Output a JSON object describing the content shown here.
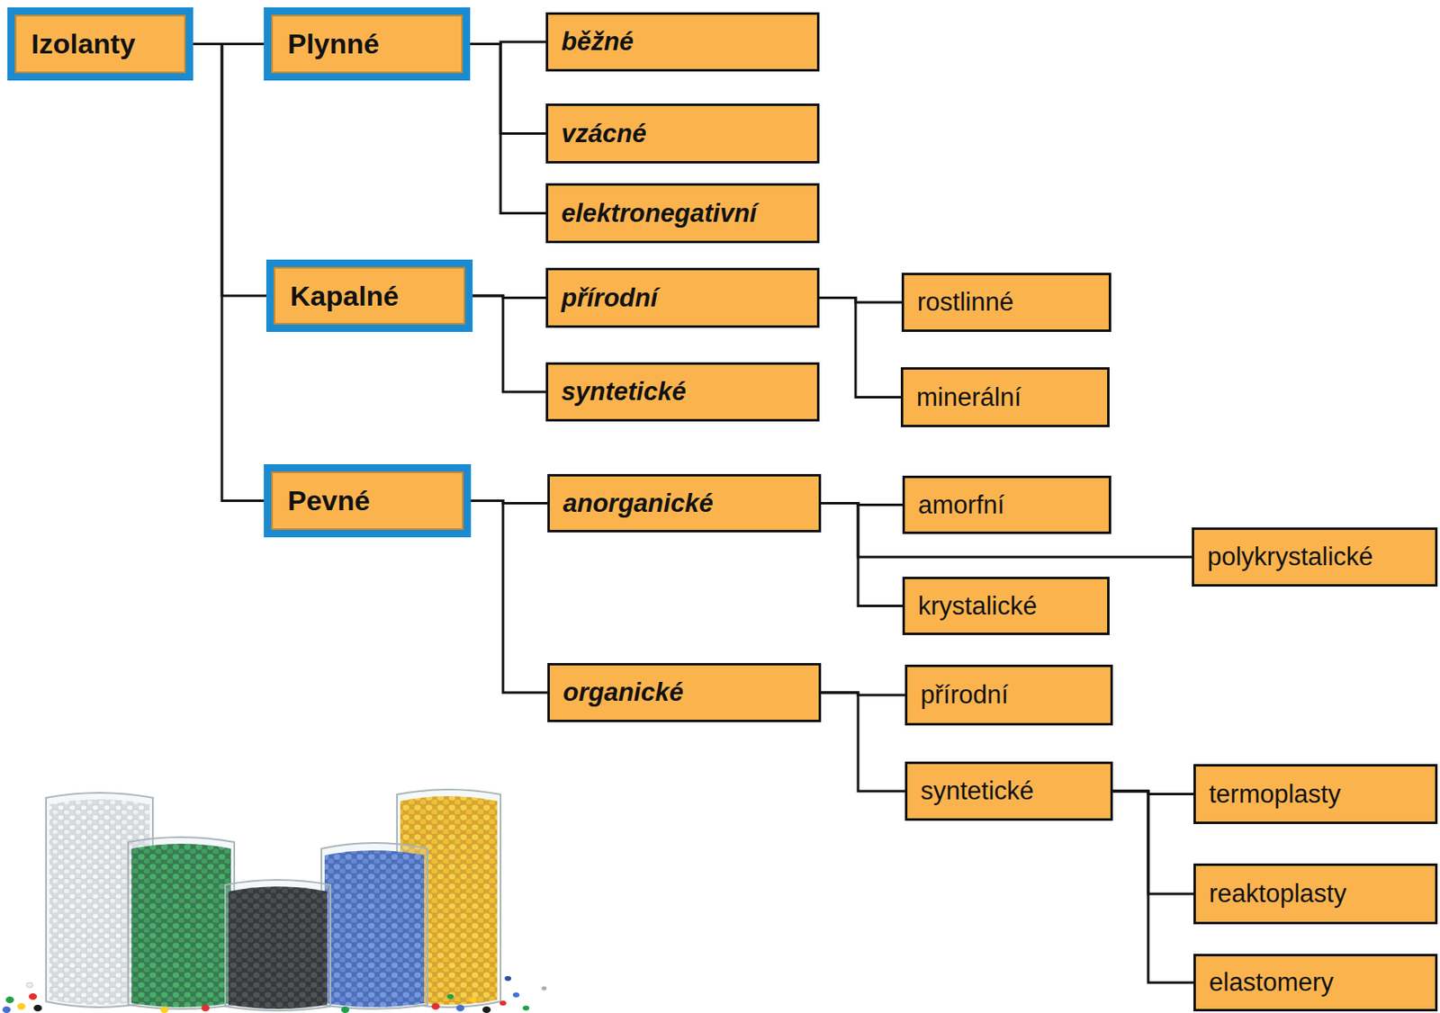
{
  "diagram": {
    "nodes": [
      {
        "text": [
          "Izolanty"
        ]
      },
      {
        "text": [
          "Plynné"
        ]
      },
      {
        "text": [
          "běžné"
        ]
      },
      {
        "text": [
          "vzácné"
        ]
      },
      {
        "text": [
          "elektronegativní"
        ]
      },
      {
        "text": [
          "Kapalné"
        ]
      },
      {
        "text": [
          "přírodní"
        ]
      },
      {
        "text": [
          "rostlinné"
        ]
      },
      {
        "text": [
          "minerální"
        ]
      },
      {
        "text": [
          "syntetické"
        ]
      },
      {
        "text": [
          "Pevné"
        ]
      },
      {
        "text": [
          "anorganické"
        ]
      },
      {
        "text": [
          "amorfní"
        ]
      },
      {
        "text": [
          "polykrystalické"
        ]
      },
      {
        "text": [
          "krystalické"
        ]
      },
      {
        "text": [
          "organické"
        ]
      },
      {
        "text": [
          "přírodní"
        ]
      },
      {
        "text": [
          "syntetické"
        ]
      },
      {
        "text": [
          "termoplasty"
        ]
      },
      {
        "text": [
          "reaktoplasty"
        ]
      },
      {
        "text": [
          "elastomery"
        ]
      }
    ],
    "edges": [
      {
        "from": 0,
        "to": 1,
        "arrow": "none"
      },
      {
        "from": 0,
        "to": 5,
        "arrow": "none"
      },
      {
        "from": 0,
        "to": 10,
        "arrow": "none"
      },
      {
        "from": 1,
        "to": 2,
        "arrow": "none"
      },
      {
        "from": 1,
        "to": 3,
        "arrow": "none"
      },
      {
        "from": 1,
        "to": 4,
        "arrow": "none"
      },
      {
        "from": 5,
        "to": 6,
        "arrow": "none"
      },
      {
        "from": 5,
        "to": 9,
        "arrow": "none"
      },
      {
        "from": 6,
        "to": 7,
        "arrow": "none"
      },
      {
        "from": 6,
        "to": 8,
        "arrow": "none"
      },
      {
        "from": 10,
        "to": 11,
        "arrow": "none"
      },
      {
        "from": 10,
        "to": 15,
        "arrow": "none"
      },
      {
        "from": 11,
        "to": 12,
        "arrow": "none"
      },
      {
        "from": 11,
        "to": 13,
        "arrow": "none"
      },
      {
        "from": 11,
        "to": 14,
        "arrow": "none"
      },
      {
        "from": 15,
        "to": 16,
        "arrow": "none"
      },
      {
        "from": 15,
        "to": 17,
        "arrow": "none"
      },
      {
        "from": 17,
        "to": 18,
        "arrow": "none"
      },
      {
        "from": 17,
        "to": 19,
        "arrow": "none"
      },
      {
        "from": 17,
        "to": 20,
        "arrow": "none"
      }
    ]
  }
}
